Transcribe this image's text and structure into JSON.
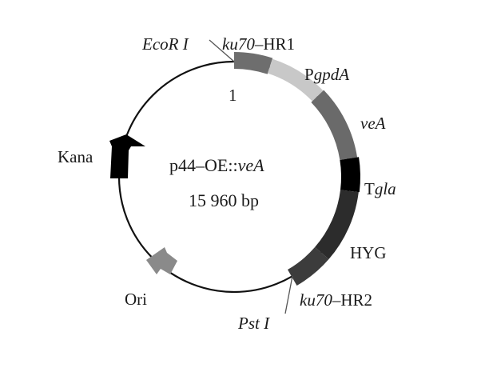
{
  "plasmid": {
    "name_prefix": "p44–OE::",
    "name_gene": "veA",
    "size": "15 960 bp",
    "start_position": "1"
  },
  "sites": {
    "ecori": "EcoR I",
    "psti": "Pst I"
  },
  "features": {
    "ku70_hr1": {
      "gene": "ku70",
      "suffix": "–HR1",
      "color": "#6e6e6e"
    },
    "pgpda": {
      "prefix": "P",
      "gene": "gpdA",
      "color": "#c8c8c8"
    },
    "vea": {
      "gene": "veA",
      "color": "#6a6a6a"
    },
    "tgla": {
      "prefix": "T",
      "gene": "gla",
      "color": "#000000"
    },
    "hyg": {
      "label": "HYG",
      "color": "#2c2c2c"
    },
    "ku70_hr2": {
      "gene": "ku70",
      "suffix": "–HR2",
      "color": "#3c3c3c"
    },
    "ori": {
      "label": "Ori",
      "color": "#8a8a8a"
    },
    "kana": {
      "label": "Kana",
      "color": "#000000"
    }
  }
}
